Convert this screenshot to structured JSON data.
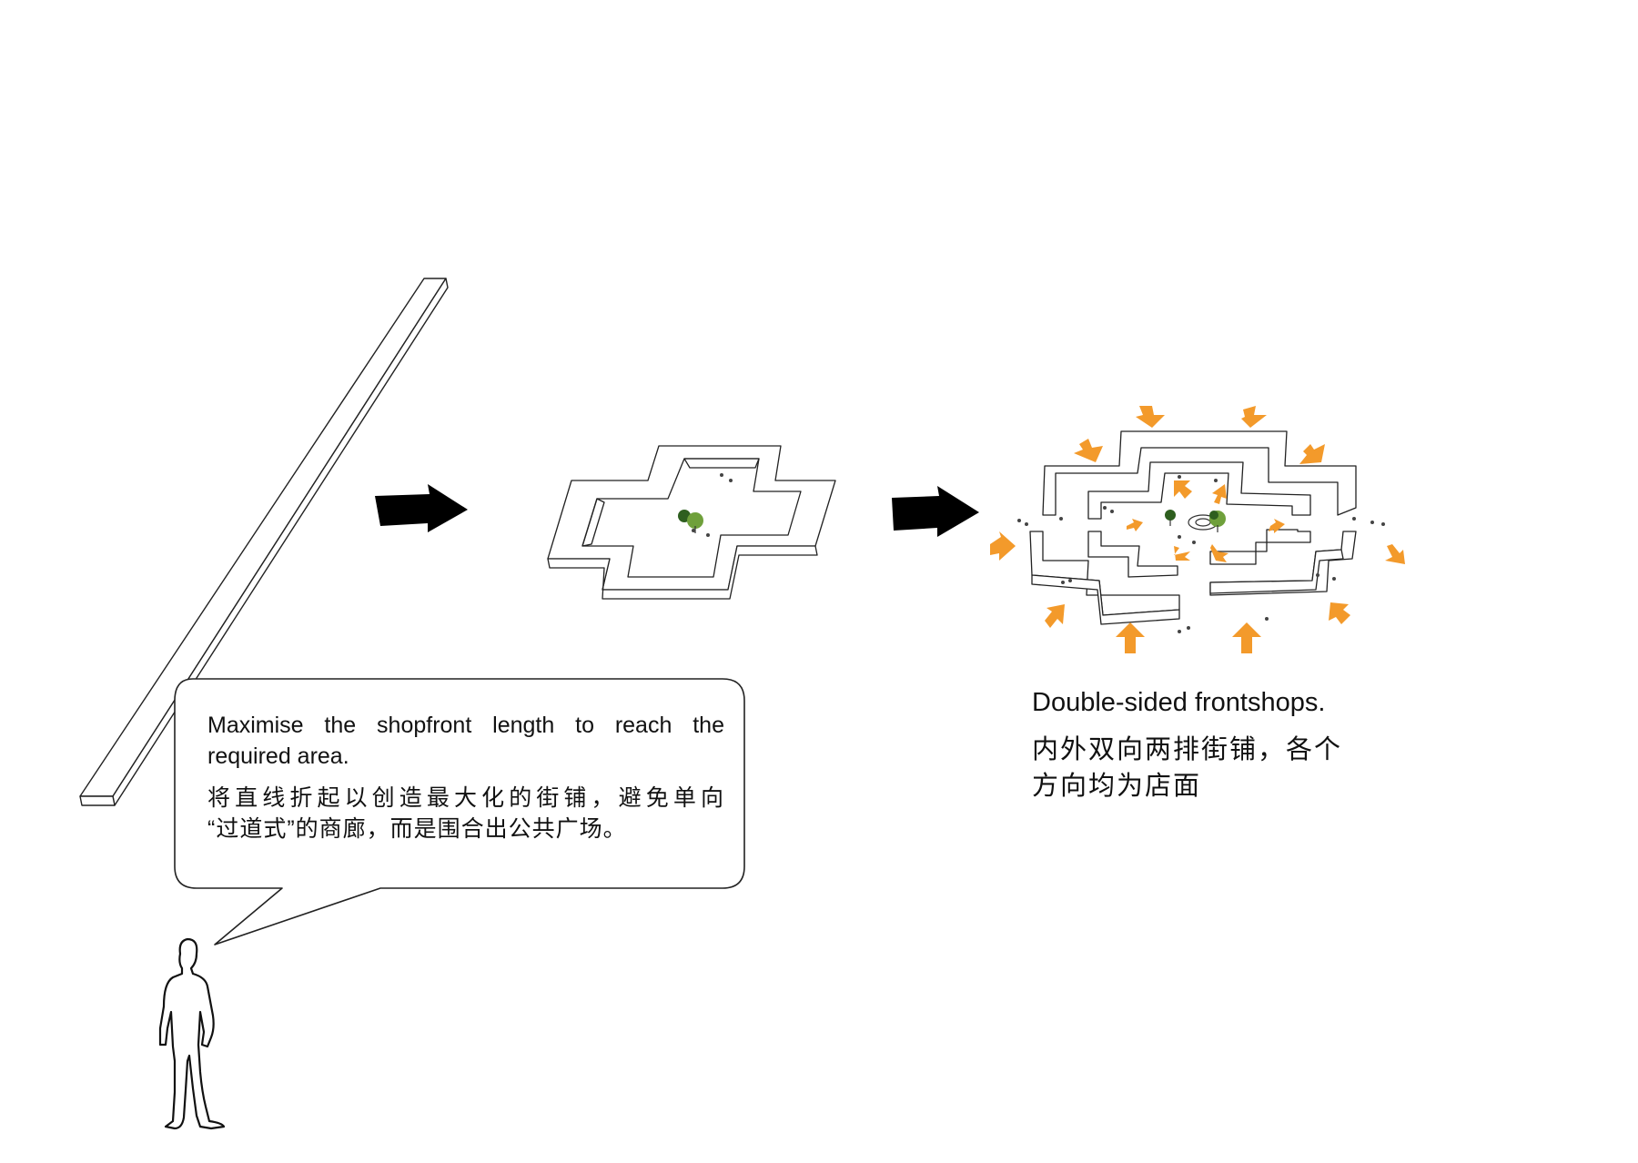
{
  "bubble": {
    "en_line1": "Maximise the shopfront length to reach the",
    "en_line2": "required area.",
    "cn_line1": "将直线折起以创造最大化的街铺，避免单向",
    "cn_line2": "“过道式”的商廊，而是围合出公共广场。"
  },
  "caption": {
    "en": "Double-sided frontshops.",
    "cn_line1": "内外双向两排街铺，各个",
    "cn_line2": "方向均为店面"
  },
  "colors": {
    "stroke": "#222222",
    "arrow_orange": "#f39a2b",
    "arrow_black": "#000000",
    "tree_green": "#3f7d2a"
  },
  "icons": {
    "flow_arrow": "right-arrow-icon",
    "access_arrow": "orange-arrow-icon",
    "person": "person-silhouette-icon",
    "tree": "tree-icon"
  }
}
